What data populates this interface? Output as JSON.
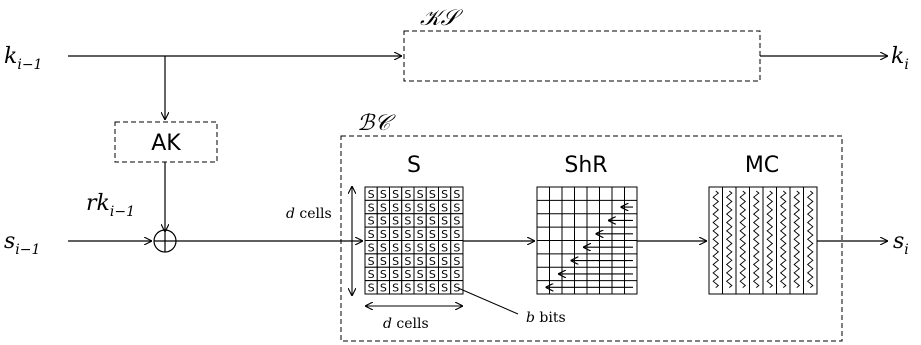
{
  "labels": {
    "key_schedule": "𝒦𝒮",
    "block_cipher": "ℬ𝒞",
    "k_prev_var": "k",
    "k_prev_sub": "i−1",
    "k_next_var": "k",
    "k_next_sub": "i",
    "s_prev_var": "s",
    "s_prev_sub": "i−1",
    "s_next_var": "s",
    "s_next_sub": "i",
    "rk_var": "rk",
    "rk_sub": "i−1",
    "ak": "AK",
    "s_stage": "S",
    "shr_stage": "ShR",
    "mc_stage": "MC",
    "cell_letter": "S",
    "d_cells_vertical_var": "d",
    "d_cells_vertical_text": " cells",
    "d_cells_horizontal_var": "d",
    "d_cells_horizontal_text": " cells",
    "b_bits_var": "b",
    "b_bits_text": " bits"
  },
  "grid": {
    "rows": 8,
    "cols": 8
  }
}
